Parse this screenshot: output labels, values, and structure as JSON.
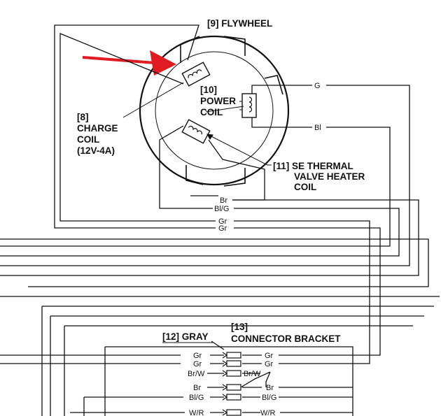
{
  "labels": {
    "flywheel": "[9] FLYWHEEL",
    "power_coil": [
      "[10]",
      "POWER",
      "COIL"
    ],
    "charge_coil": [
      "[8]",
      "CHARGE",
      "COIL",
      "(12V-4A)"
    ],
    "heater_coil": [
      "[11] SE THERMAL",
      "VALVE HEATER",
      "COIL"
    ],
    "gray": "[12] GRAY",
    "bracket": [
      "[13]",
      "CONNECTOR BRACKET"
    ]
  },
  "wires": {
    "g": "G",
    "bl": "Bl",
    "upper": [
      "Br",
      "Bl/G",
      "Gr",
      "Gr"
    ],
    "connector_left": [
      "Gr",
      "Gr",
      "Br/W",
      "Br",
      "Bl/G",
      "W/R"
    ],
    "connector_right": [
      "Gr",
      "Gr",
      "Br/W",
      "Br",
      "Bl/G",
      "W/R"
    ]
  },
  "colors": {
    "arrow": "#e11b22",
    "line": "#111111"
  }
}
